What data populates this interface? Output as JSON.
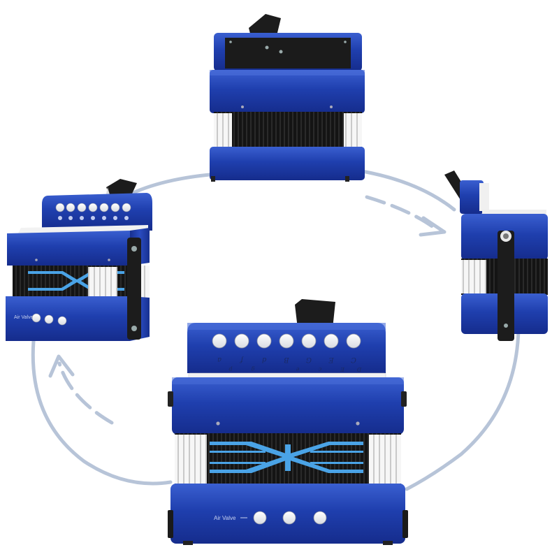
{
  "scene": {
    "subject": "Children's button accordion",
    "colors": {
      "body": "#1f3fae",
      "body_dark": "#14288a",
      "body_light": "#3559c8",
      "bellows_black": "#141414",
      "bellows_white": "#f4f4f4",
      "pattern_blue": "#4aa3e6",
      "arrow": "#b7c4d8",
      "strap": "#1c1c1c"
    },
    "front_view": {
      "treble_key_labels": [
        "a",
        "f",
        "d",
        "B",
        "G",
        "E",
        "C"
      ],
      "bass_row_labels": [
        "p",
        "g",
        "e",
        "c",
        "E",
        "D"
      ],
      "air_valve_label": "Air Valve"
    },
    "left_view": {
      "air_valve_label": "Air Valve"
    },
    "arrows": {
      "direction": "clockwise",
      "icon": "rotation-arrow-icon"
    }
  }
}
